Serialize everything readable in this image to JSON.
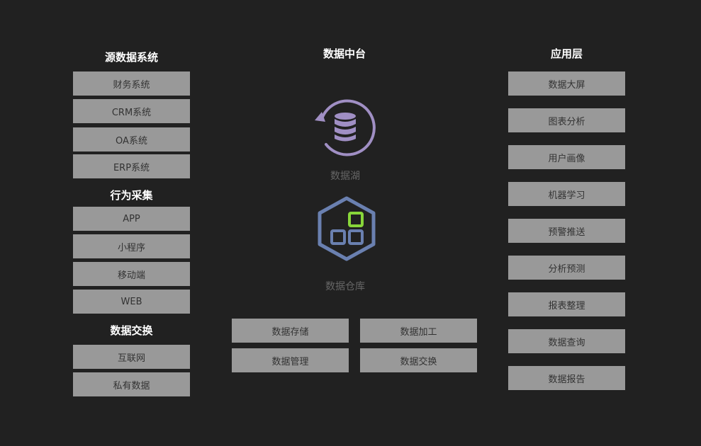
{
  "left": {
    "sections": [
      {
        "title": "源数据系统",
        "items": [
          "财务系统",
          "CRM系统",
          "OA系统",
          "ERP系统"
        ]
      },
      {
        "title": "行为采集",
        "items": [
          "APP",
          "小程序",
          "移动端",
          "WEB"
        ]
      },
      {
        "title": "数据交换",
        "items": [
          "互联网",
          "私有数据"
        ]
      }
    ]
  },
  "center": {
    "title": "数据中台",
    "lake_label": "数据湖",
    "warehouse_label": "数据仓库",
    "functions": [
      "数据存储",
      "数据加工",
      "数据管理",
      "数据交换"
    ]
  },
  "right": {
    "title": "应用层",
    "items": [
      "数据大屏",
      "图表分析",
      "用户画像",
      "机器学习",
      "预警推送",
      "分析预测",
      "报表整理",
      "数据查询",
      "数据报告"
    ]
  },
  "colors": {
    "background": "#212121",
    "box": "#999999",
    "lake_icon": "#a08fc4",
    "warehouse_icon": "#6a80b0",
    "warehouse_accent": "#88d63a"
  }
}
